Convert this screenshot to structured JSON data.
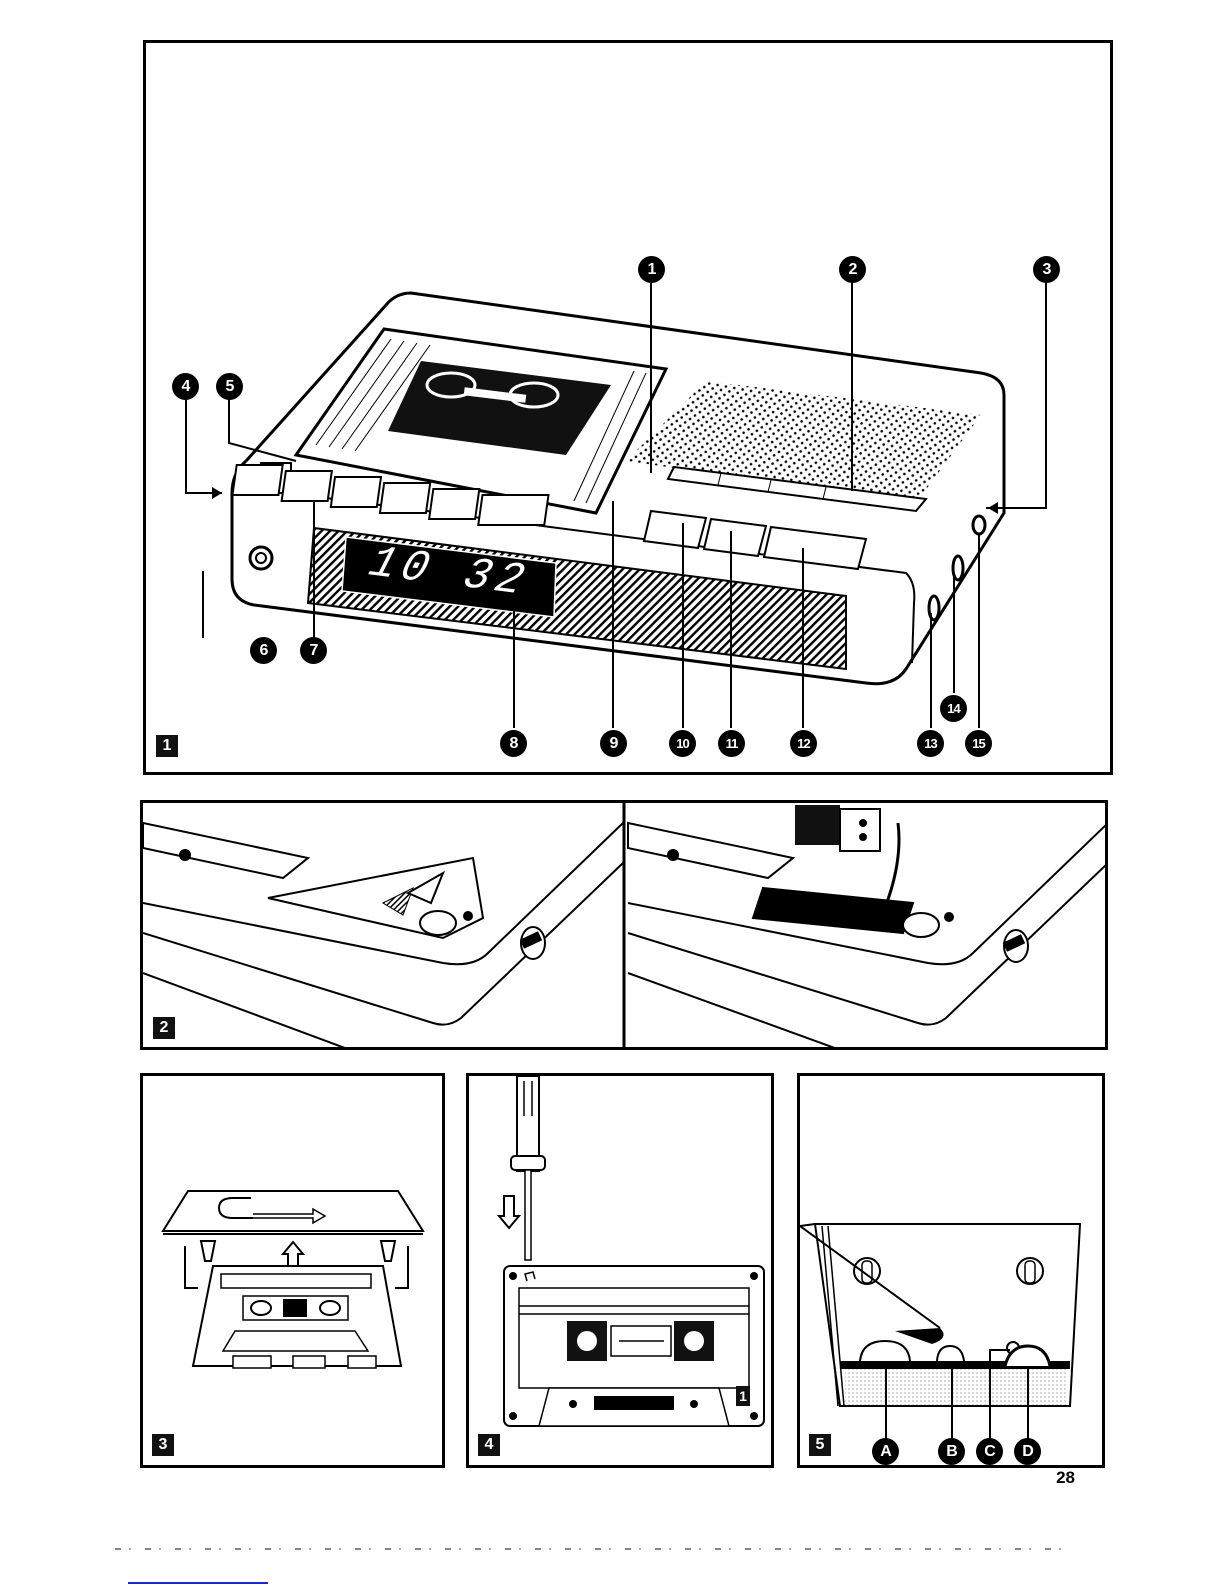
{
  "page": {
    "number": "28"
  },
  "figures": [
    {
      "id": "fig1",
      "label": "1",
      "subject": "clock radio cassette recorder overview",
      "display_time": "10 32",
      "callouts": [
        "1",
        "2",
        "3",
        "4",
        "5",
        "6",
        "7",
        "8",
        "9",
        "10",
        "11",
        "12",
        "13",
        "14",
        "15"
      ]
    },
    {
      "id": "fig2",
      "label": "2",
      "subject": "battery compartment cover removal and 9V battery insertion"
    },
    {
      "id": "fig3",
      "label": "3",
      "subject": "cassette compartment lid removal"
    },
    {
      "id": "fig4",
      "label": "4",
      "subject": "breaking out cassette erase-protection tab with screwdriver",
      "cassette_side_label": "1"
    },
    {
      "id": "fig5",
      "label": "5",
      "subject": "cleaning tape heads and capstan",
      "callouts": [
        "A",
        "B",
        "C",
        "D"
      ]
    }
  ],
  "colors": {
    "ink": "#000000",
    "paper": "#ffffff",
    "scan_link": "#1a2ad0"
  }
}
